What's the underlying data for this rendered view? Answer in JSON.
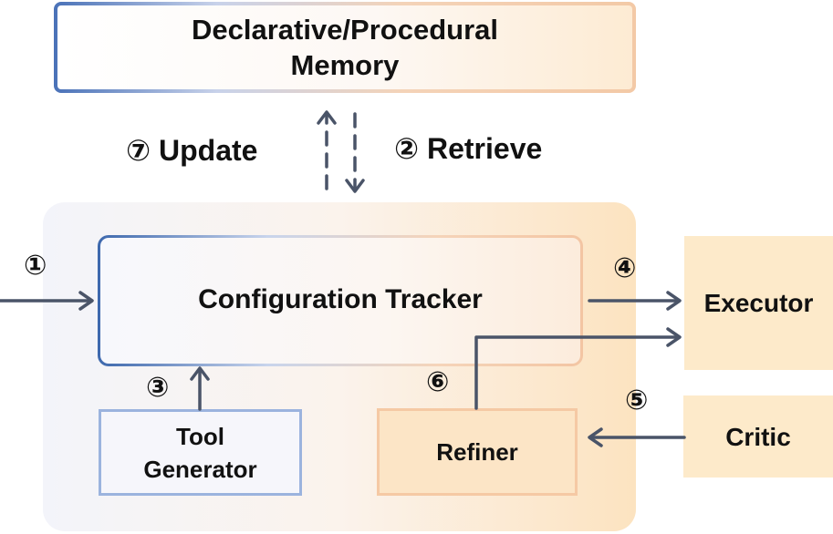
{
  "memory": {
    "line1": "Declarative/Procedural",
    "line2": "Memory"
  },
  "update": {
    "number": "⑦",
    "text": "Update"
  },
  "retrieve": {
    "number": "②",
    "text": "Retrieve"
  },
  "tracker": {
    "label": "Configuration Tracker"
  },
  "tool_generator": {
    "line1": "Tool",
    "line2": "Generator"
  },
  "refiner": {
    "label": "Refiner"
  },
  "executor": {
    "label": "Executor"
  },
  "critic": {
    "label": "Critic"
  },
  "steps": {
    "input": "①",
    "tool": "③",
    "execute": "④",
    "critique": "⑤",
    "refine": "⑥"
  },
  "colors": {
    "arrow": "#4a5468",
    "blue_accent": "#3d68ad",
    "orange_fill": "#fdeaca"
  }
}
